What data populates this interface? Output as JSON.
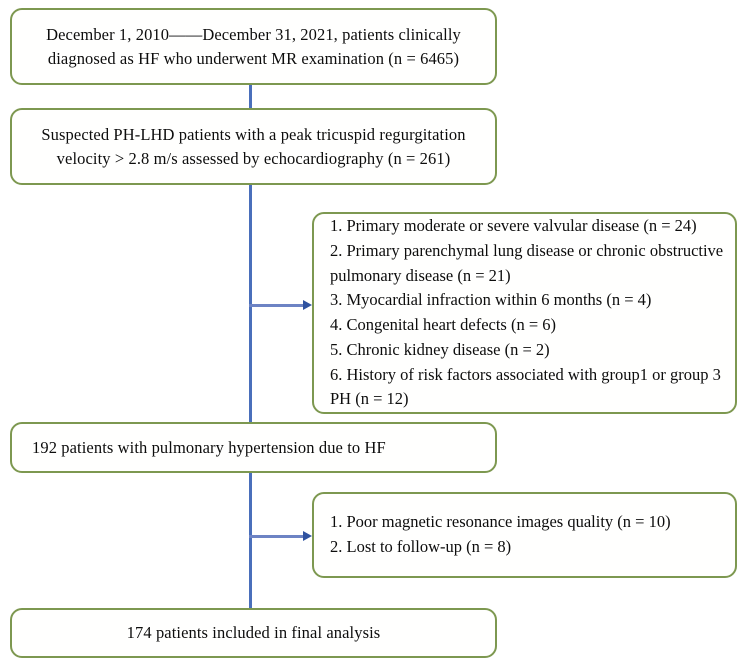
{
  "figure": {
    "type": "patient-selection-flowchart",
    "colors": {
      "box_border": "#7d9850",
      "connector": "#4a6fbb",
      "arrowhead": "#2f52a0",
      "text": "#0d0d0d",
      "background": "#ffffff"
    }
  },
  "nodes": {
    "enrollment": {
      "text": "December 1, 2010——December 31, 2021, patients  clinically diagnosed as HF who underwent MR examination (n = 6465)",
      "n": 6465
    },
    "suspected": {
      "text": "Suspected PH-LHD patients with a peak tricuspid regurgitation velocity > 2.8 m/s assessed by echocardiography (n = 261)",
      "n": 261
    },
    "ph_due_to_hf": {
      "text": "192 patients with pulmonary hypertension due to HF",
      "n": 192
    },
    "final_analysis": {
      "text": "174 patients included in final analysis",
      "n": 174
    }
  },
  "exclusions_first": {
    "items": [
      {
        "label": "1. Primary moderate or severe valvular disease (n = 24)",
        "n": 24
      },
      {
        "label": "2. Primary parenchymal lung disease or chronic obstructive pulmonary disease (n = 21)",
        "n": 21
      },
      {
        "label": "3. Myocardial infraction within 6 months (n = 4)",
        "n": 4
      },
      {
        "label": "4. Congenital heart defects (n = 6)",
        "n": 6
      },
      {
        "label": "5. Chronic kidney disease (n = 2)",
        "n": 2
      },
      {
        "label": "6. History of risk factors associated with group1 or group 3 PH (n = 12)",
        "n": 12
      }
    ]
  },
  "exclusions_second": {
    "items": [
      {
        "label": "1. Poor magnetic resonance images quality (n = 10)",
        "n": 10
      },
      {
        "label": "2. Lost to follow-up (n = 8)",
        "n": 8
      }
    ]
  }
}
